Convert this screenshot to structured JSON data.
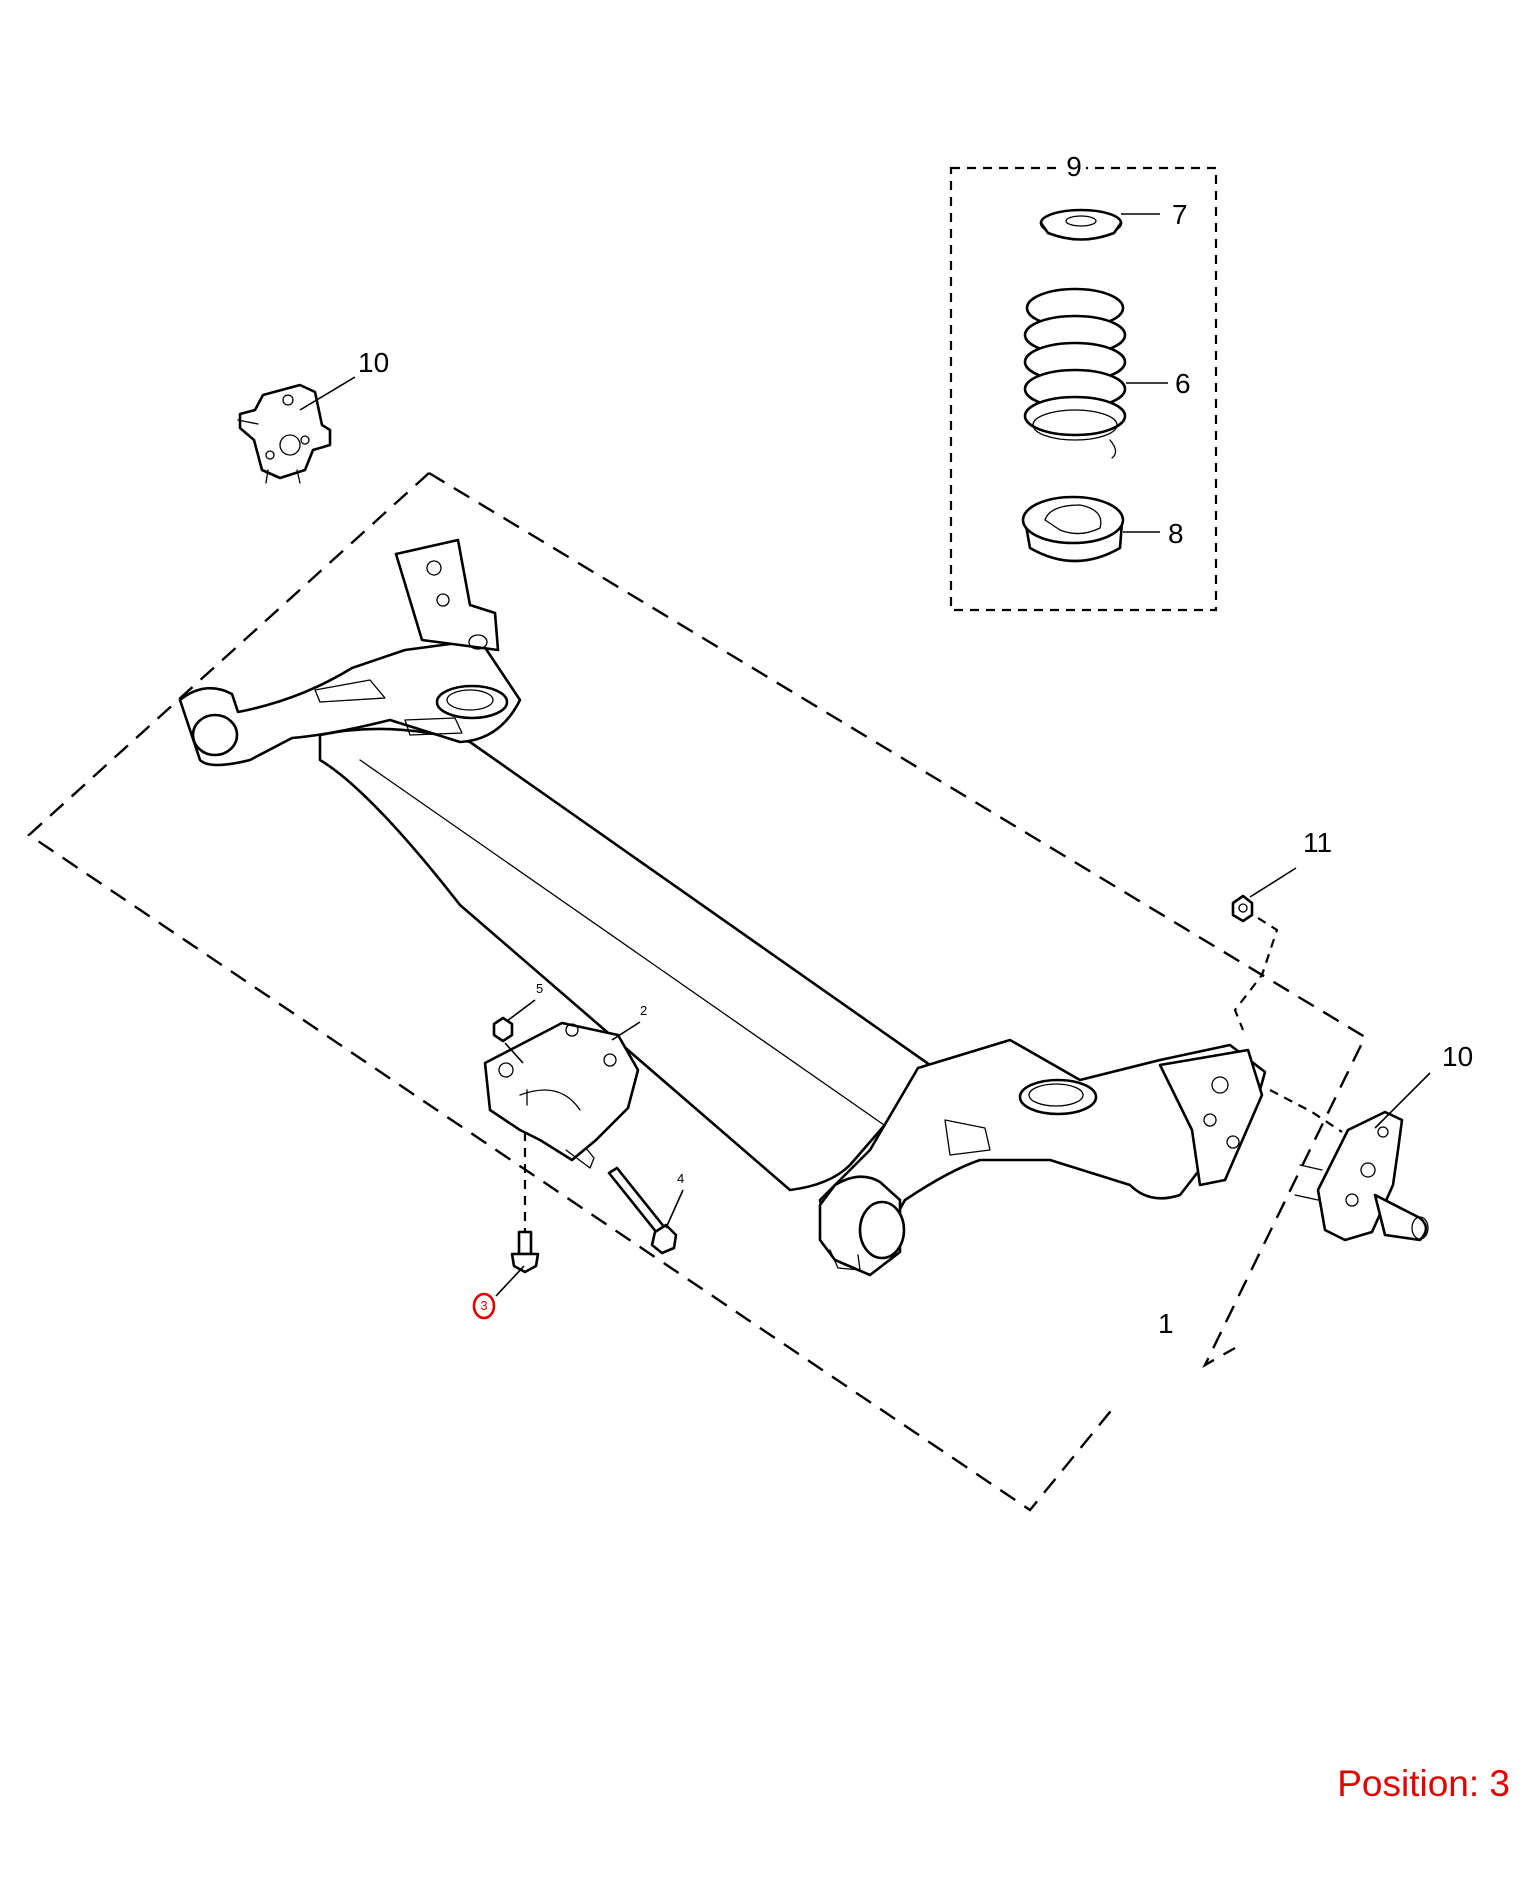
{
  "diagram": {
    "callouts": {
      "axle_assembly": "1",
      "bracket": "2",
      "bolt_short": "3",
      "bolt_long": "4",
      "nut_small": "5",
      "coil_spring": "6",
      "spring_seat_upper": "7",
      "spring_seat_lower": "8",
      "spring_kit": "9",
      "hub_left": "10",
      "hub_right": "10",
      "nut_hub": "11"
    },
    "highlight_color": "#e00000"
  },
  "position_label": "Position: 3"
}
